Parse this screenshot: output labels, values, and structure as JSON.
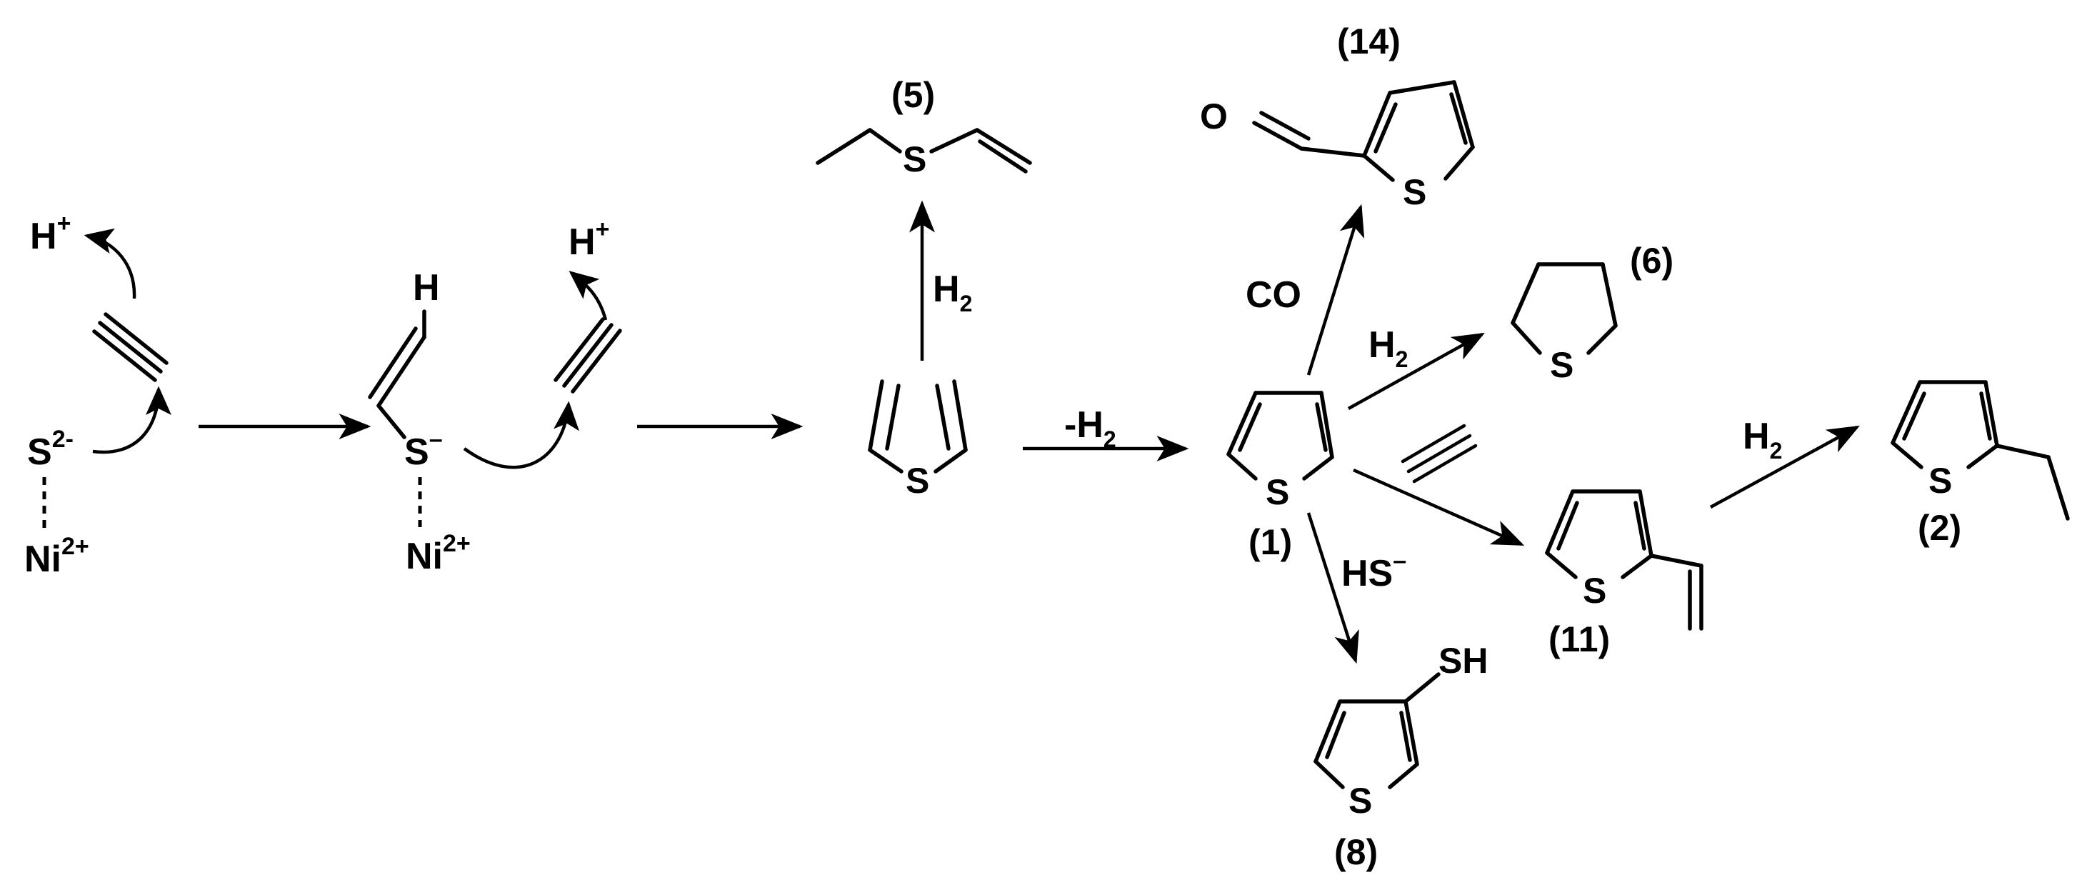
{
  "mechanism": {
    "step1": {
      "proton": "H",
      "proton_charge": "+",
      "sulfide": "S",
      "sulfide_charge": "2-",
      "nickel": "Ni",
      "nickel_charge": "2+"
    },
    "step2": {
      "h_atom": "H",
      "thiolate": "S",
      "thiolate_charge": "–",
      "proton": "H",
      "proton_charge": "+",
      "nickel": "Ni",
      "nickel_charge": "2+"
    }
  },
  "intermediate": {
    "atom": "S"
  },
  "dehydrogenation": {
    "label": "-H",
    "sub": "2"
  },
  "thiophene": {
    "atom": "S",
    "number": "(1)"
  },
  "products": {
    "p5": {
      "number": "(5)",
      "atom": "S",
      "reagent": "H",
      "reagent_sub": "2"
    },
    "p14": {
      "number": "(14)",
      "atom": "S",
      "oxygen": "O",
      "reagent": "CO"
    },
    "p6": {
      "number": "(6)",
      "atom": "S",
      "reagent": "H",
      "reagent_sub": "2"
    },
    "p11": {
      "number": "(11)",
      "atom": "S"
    },
    "p8": {
      "number": "(8)",
      "atom": "S",
      "thiol": "SH",
      "reagent": "HS",
      "reagent_charge": "–"
    },
    "p2": {
      "number": "(2)",
      "atom": "S",
      "reagent": "H",
      "reagent_sub": "2"
    }
  }
}
